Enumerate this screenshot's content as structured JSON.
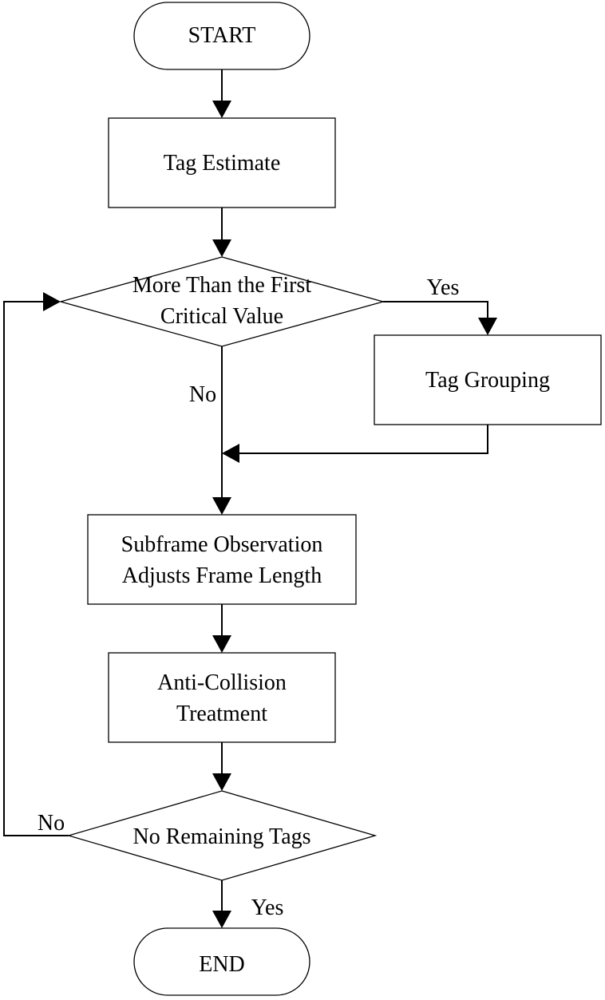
{
  "nodes": {
    "start": "START",
    "tag_estimate": "Tag Estimate",
    "decision_threshold": [
      "More Than the First",
      "Critical Value"
    ],
    "tag_grouping": "Tag Grouping",
    "subframe_observation": [
      "Subframe Observation",
      "Adjusts Frame Length"
    ],
    "anti_collision": [
      "Anti-Collision",
      "Treatment"
    ],
    "decision_remaining": "No Remaining Tags",
    "end": "END"
  },
  "edge_labels": {
    "threshold_yes": "Yes",
    "threshold_no": "No",
    "remaining_no": "No",
    "remaining_yes": "Yes"
  },
  "colors": {
    "line": "#000000",
    "fill": "#ffffff",
    "text": "#000000"
  }
}
